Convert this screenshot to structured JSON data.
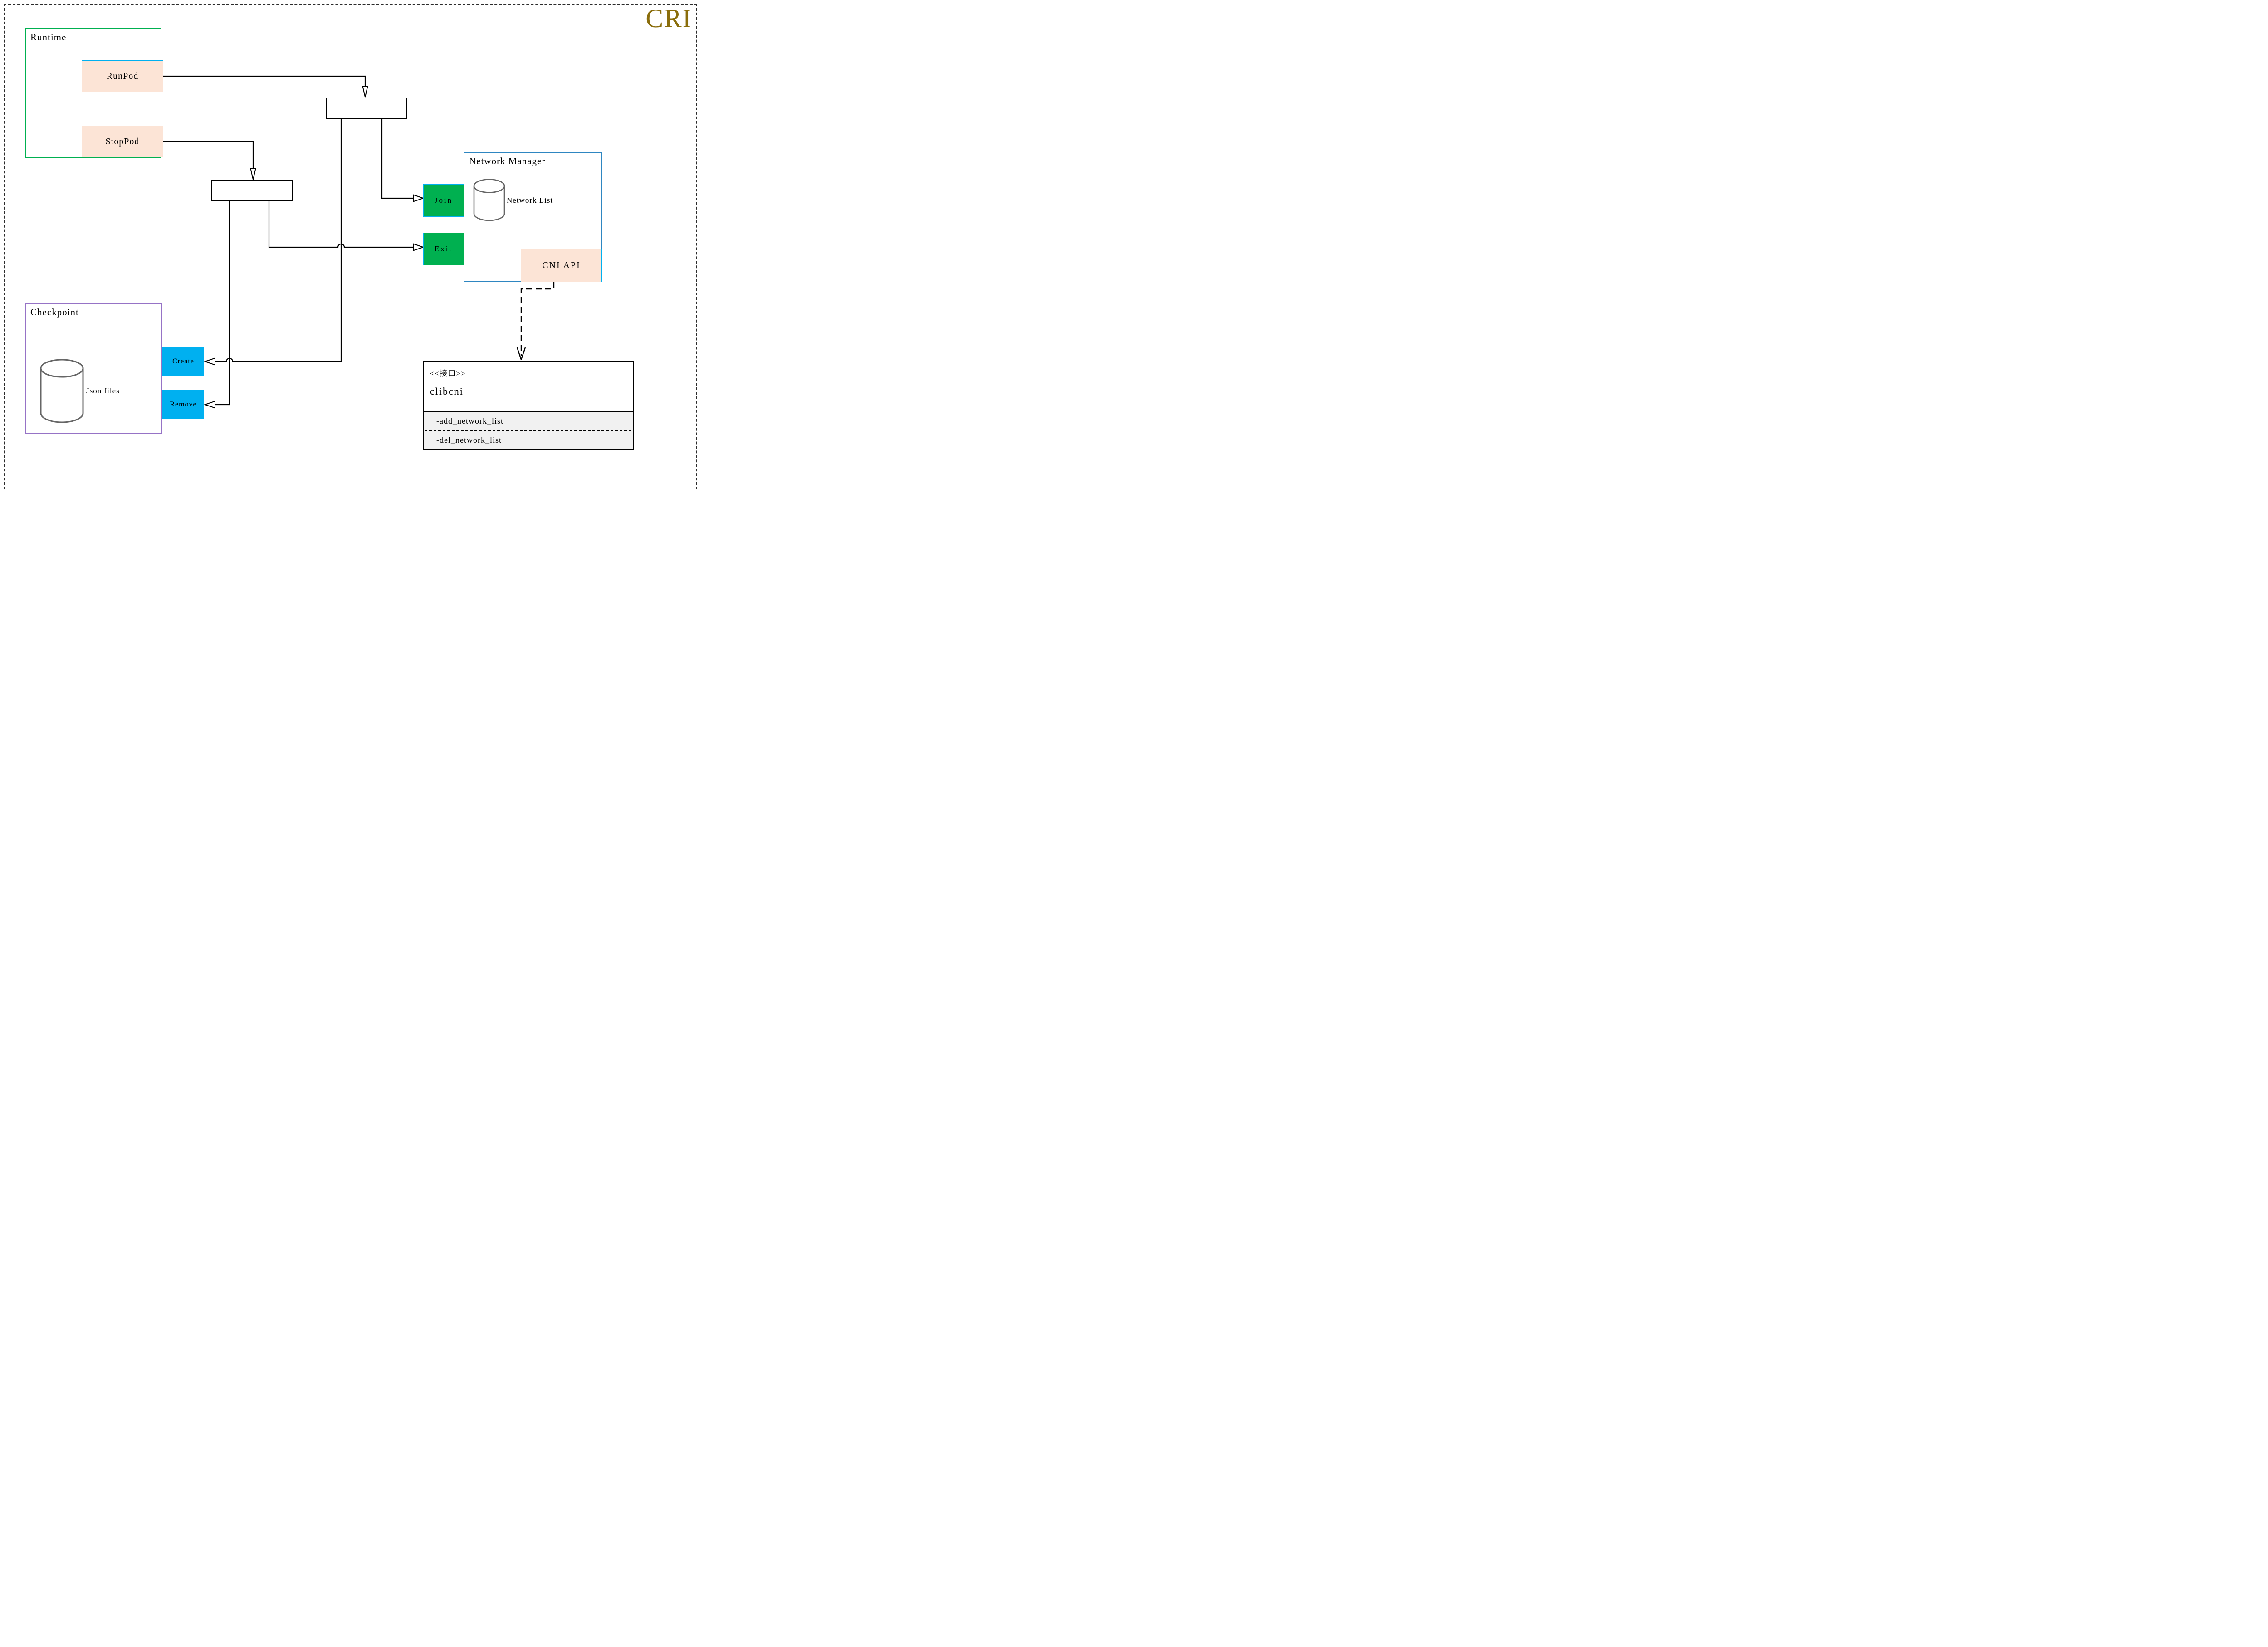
{
  "page": {
    "badge": "CRI",
    "colors": {
      "badge_gold": "#8a6d0b",
      "runtime_border_green": "#00B050",
      "checkpoint_border_purple": "#9673C6",
      "network_manager_border_blue": "#2E86C1",
      "button_border_cyan": "#00B0F0",
      "peach_fill": "#FCE4D6",
      "green_button_fill": "#00B050",
      "cyan_button_fill": "#00B0F0",
      "interface_body_gray": "#F1F1F1",
      "cylinder_stroke_gray": "#666666"
    }
  },
  "runtime": {
    "title": "Runtime",
    "run_button": "RunPod",
    "stop_button": "StopPod"
  },
  "checkpoint": {
    "title": "Checkpoint",
    "database_label": "Json files",
    "create_button": "Create",
    "remove_button": "Remove"
  },
  "network_manager": {
    "title": "Network Manager",
    "database_label": "Network List",
    "join_button": "Join",
    "exit_button": "Exit",
    "api_button": "CNI API"
  },
  "interface_box": {
    "stereotype": "<<接口>>",
    "name": "clibcni",
    "methods": [
      "-add_network_list",
      "-del_network_list"
    ]
  }
}
